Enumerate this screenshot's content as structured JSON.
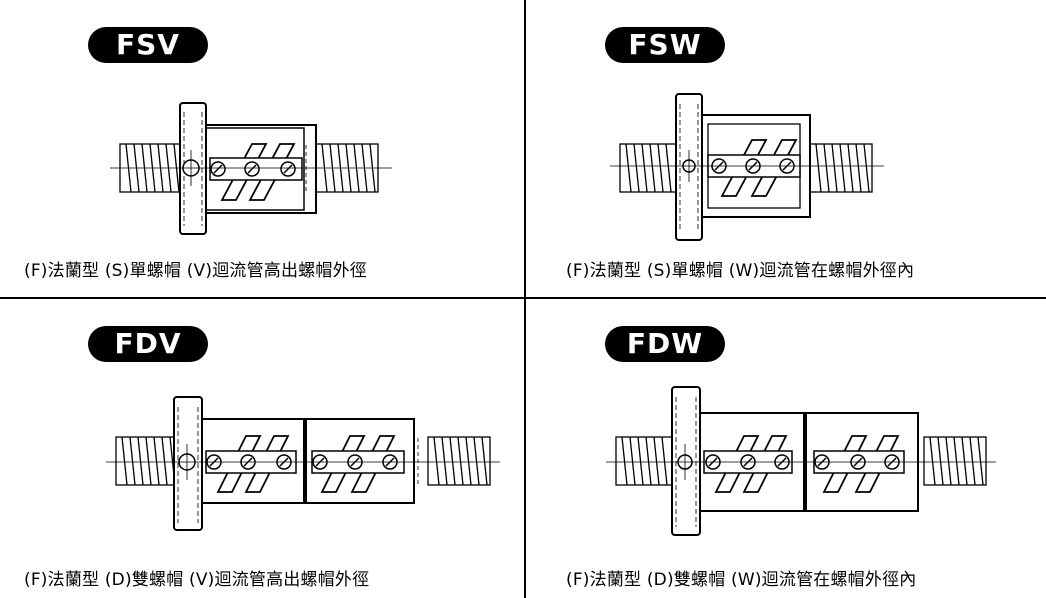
{
  "panels": [
    {
      "code": "FSV",
      "caption": "(F)法蘭型 (S)單螺帽 (V)迴流管高出螺帽外徑"
    },
    {
      "code": "FSW",
      "caption": "(F)法蘭型 (S)單螺帽 (W)迴流管在螺帽外徑內"
    },
    {
      "code": "FDV",
      "caption": "(F)法蘭型 (D)雙螺帽 (V)迴流管高出螺帽外徑"
    },
    {
      "code": "FDW",
      "caption": "(F)法蘭型 (D)雙螺帽 (W)迴流管在螺帽外徑內"
    }
  ]
}
